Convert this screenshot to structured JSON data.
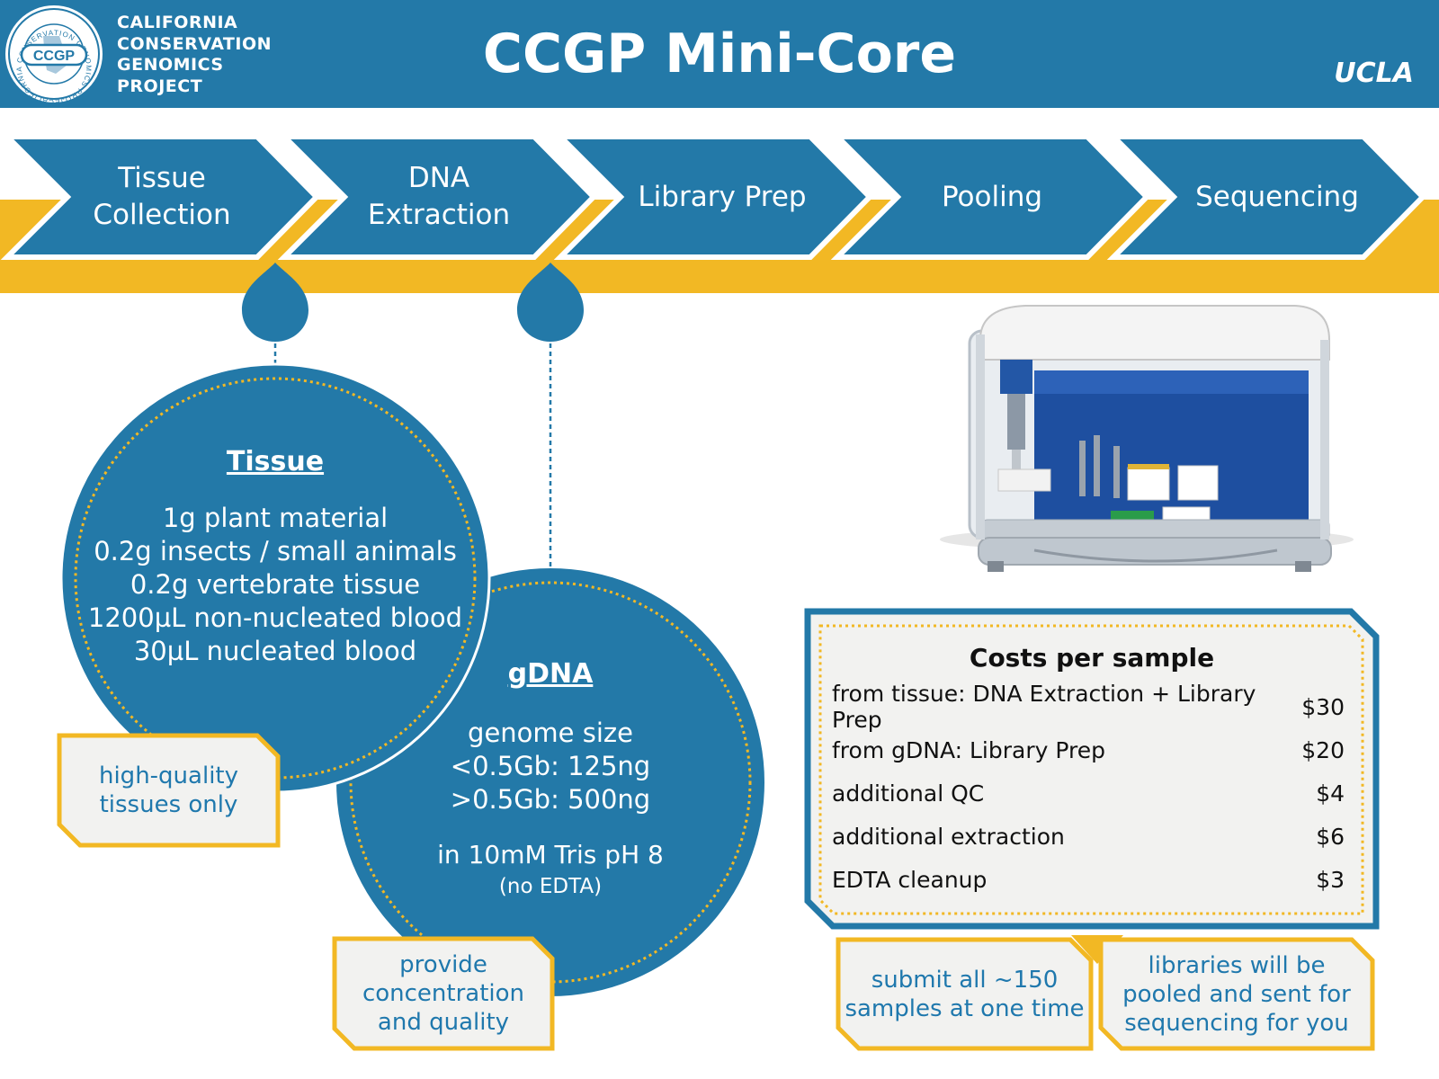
{
  "header": {
    "logo_abbrev": "CCGP",
    "logo_ring_text": "CALIFORNIA CONSERVATION GENOMICS PROJECT",
    "logo_lines": [
      "CALIFORNIA",
      "CONSERVATION",
      "GENOMICS",
      "PROJECT"
    ],
    "title": "CCGP Mini-Core",
    "institution": "UCLA"
  },
  "pipeline": [
    {
      "label": "Tissue\nCollection"
    },
    {
      "label": "DNA\nExtraction"
    },
    {
      "label": "Library Prep"
    },
    {
      "label": "Pooling"
    },
    {
      "label": "Sequencing"
    }
  ],
  "tissue": {
    "heading": "Tissue",
    "lines": [
      "1g plant material",
      "0.2g insects / small animals",
      "0.2g vertebrate tissue",
      "1200µL non-nucleated blood",
      "30µL nucleated blood"
    ],
    "note": "high-quality\ntissues only"
  },
  "gdna": {
    "heading": "gDNA",
    "lines": [
      "genome size",
      "<0.5Gb: 125ng",
      ">0.5Gb: 500ng"
    ],
    "buffer": "in 10mM Tris pH 8",
    "buffer_note": "(no EDTA)",
    "note": "provide\nconcentration\nand quality"
  },
  "costs": {
    "title": "Costs per sample",
    "rows": [
      {
        "item": "from tissue: DNA Extraction + Library Prep",
        "price": "$30"
      },
      {
        "item": "from gDNA: Library Prep",
        "price": "$20"
      },
      {
        "item": "additional QC",
        "price": "$4"
      },
      {
        "item": "additional extraction",
        "price": "$6"
      },
      {
        "item": "EDTA cleanup",
        "price": "$3"
      }
    ]
  },
  "notes": {
    "submit": "submit all ~150\nsamples at one time",
    "libraries": "libraries will be\npooled and sent for\nsequencing for you"
  },
  "colors": {
    "blue": "#2379a8",
    "gold": "#f2b824",
    "panel": "#f2f2f0"
  }
}
